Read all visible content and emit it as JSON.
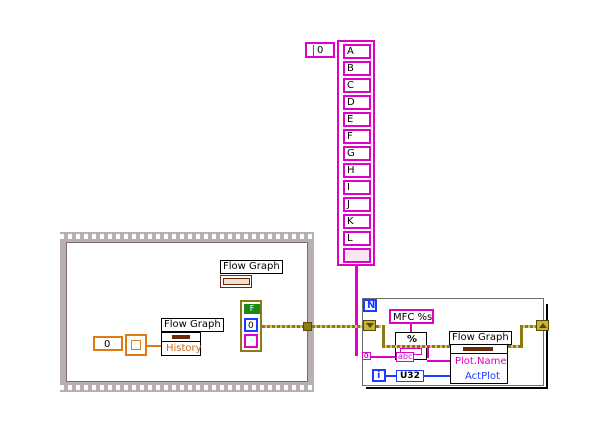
{
  "string_array": {
    "index_value": "0",
    "items": [
      "A",
      "B",
      "C",
      "D",
      "E",
      "F",
      "G",
      "H",
      "I",
      "J",
      "K",
      "L"
    ]
  },
  "flat_sequence": {
    "flow_graph_ref_label": "Flow Graph",
    "flow_graph_pn_label": "Flow Graph",
    "history_property": "History",
    "numeric_const": "0",
    "cluster_numeric": "0",
    "bool_const": "F"
  },
  "for_loop": {
    "count_terminal": "N",
    "iteration_terminal": "i",
    "format_string": "MFC %s",
    "format_node_glyph": "%",
    "flow_graph_pn_label": "Flow Graph",
    "plot_name_property": "Plot.Name",
    "actplot_property": "ActPlot",
    "u32_label": "U32",
    "index_input": "0"
  },
  "colors": {
    "string_wire": "#e000c8",
    "numeric_wire": "#1a3cff",
    "cluster_wire": "#8c7a14",
    "refnum_wire": "#6b2a0a"
  }
}
